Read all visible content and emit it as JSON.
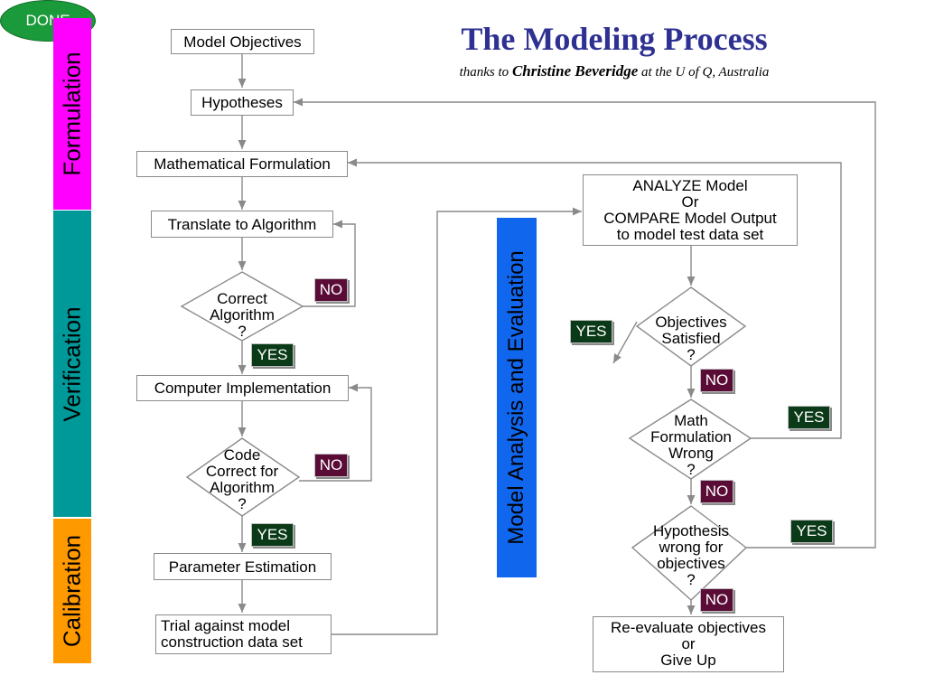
{
  "title": "The Modeling Process",
  "subtitle": {
    "prefix": "thanks to",
    "name": "Christine Beveridge",
    "suffix": "at the U of Q, Australia"
  },
  "phases": {
    "formulation": {
      "label": "Formulation",
      "color": "#ff00ff"
    },
    "verification": {
      "label": "Verification",
      "color": "#009999"
    },
    "calibration": {
      "label": "Calibration",
      "color": "#ff9900"
    },
    "analysis": {
      "label": "Model Analysis and Evaluation",
      "color": "#1166ee"
    }
  },
  "boxes": {
    "model_objectives": "Model Objectives",
    "hypotheses": "Hypotheses",
    "math_formulation": "Mathematical Formulation",
    "translate": "Translate to Algorithm",
    "computer_impl": "Computer Implementation",
    "param_estimation": "Parameter Estimation",
    "trial": [
      "Trial against model",
      "construction data set"
    ],
    "analyze": [
      "ANALYZE Model",
      "Or",
      "COMPARE Model Output",
      "to model test data set"
    ],
    "reevaluate": [
      "Re-evaluate objectives",
      "or",
      "Give Up"
    ]
  },
  "decisions": {
    "correct_algorithm": [
      "Correct",
      "Algorithm",
      "?"
    ],
    "code_correct": [
      "Code",
      "Correct for",
      "Algorithm",
      "?"
    ],
    "objectives_satisfied": [
      "Objectives",
      "Satisfied",
      "?"
    ],
    "math_wrong": [
      "Math",
      "Formulation",
      "Wrong",
      "?"
    ],
    "hypothesis_wrong": [
      "Hypothesis",
      "wrong for",
      "objectives",
      "?"
    ]
  },
  "done": "DONE",
  "yes": "YES",
  "no": "NO"
}
